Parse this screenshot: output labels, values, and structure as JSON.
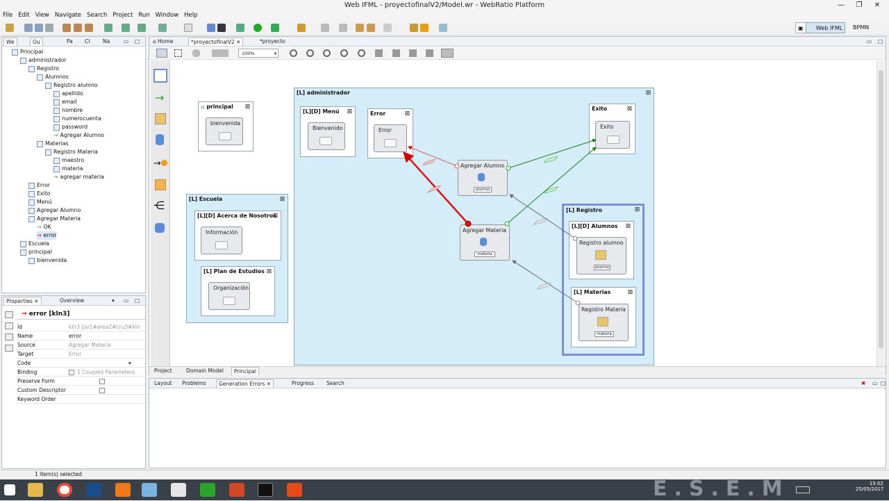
{
  "window": {
    "title": "Web IFML - proyectofinalV2/Model.wr - WebRatio Platform"
  },
  "menu": [
    "File",
    "Edit",
    "View",
    "Navigate",
    "Search",
    "Project",
    "Run",
    "Window",
    "Help"
  ],
  "perspectives": {
    "active": "Web IFML",
    "other": "BPMN"
  },
  "outline_tabs": [
    "We",
    "Ou",
    "Pa",
    "Cl",
    "Na"
  ],
  "tree": [
    {
      "label": "Principal",
      "indent": 0
    },
    {
      "label": "administrador",
      "indent": 1
    },
    {
      "label": "Registro",
      "indent": 2
    },
    {
      "label": "Alumnos",
      "indent": 3
    },
    {
      "label": "Registro alumno",
      "indent": 4
    },
    {
      "label": "apellido",
      "indent": 5
    },
    {
      "label": "email",
      "indent": 5
    },
    {
      "label": "nombre",
      "indent": 5
    },
    {
      "label": "numerocuenta",
      "indent": 5
    },
    {
      "label": "password",
      "indent": 5
    },
    {
      "label": "Agregar Alumno",
      "indent": 5,
      "arrow": true
    },
    {
      "label": "Materias",
      "indent": 3
    },
    {
      "label": "Registro Materia",
      "indent": 4
    },
    {
      "label": "maestro",
      "indent": 5
    },
    {
      "label": "materia",
      "indent": 5
    },
    {
      "label": "agregar materia",
      "indent": 5,
      "arrow": true
    },
    {
      "label": "Error",
      "indent": 2
    },
    {
      "label": "Exito",
      "indent": 2
    },
    {
      "label": "Menú",
      "indent": 2
    },
    {
      "label": "Agregar Alumno",
      "indent": 2
    },
    {
      "label": "Agregar Materia",
      "indent": 2
    },
    {
      "label": "OK",
      "indent": 3,
      "arrow": true
    },
    {
      "label": "error",
      "indent": 3,
      "arrow": true,
      "red": true,
      "selected": true
    },
    {
      "label": "Escuela",
      "indent": 1
    },
    {
      "label": "principal",
      "indent": 1
    },
    {
      "label": "bienvenida",
      "indent": 2
    }
  ],
  "properties": {
    "tabs": [
      "Properties",
      "Overview"
    ],
    "header": "error [kln3]",
    "rows": [
      {
        "k": "Id",
        "v": "kln3  [sv1#area2#cru3#kln",
        "gray": true
      },
      {
        "k": "Name",
        "v": "error"
      },
      {
        "k": "Source",
        "v": "Agregar Materia",
        "gray": true
      },
      {
        "k": "Target",
        "v": "Error",
        "gray": true
      },
      {
        "k": "Code",
        "v": ""
      },
      {
        "k": "Binding",
        "v": "1 Coupled Parameters",
        "gray": true,
        "check": true
      },
      {
        "k": "Preserve Form",
        "v": "",
        "check": true
      },
      {
        "k": "Custom Descriptor",
        "v": "",
        "check": true
      },
      {
        "k": "Keyword Order",
        "v": "",
        "gray": true
      }
    ]
  },
  "editor_tabs": [
    "Home",
    "*proyectofinalV2",
    "*proyecto"
  ],
  "zoom": "100%",
  "diagram": {
    "principal": {
      "title": "principal",
      "unit": "bienvenida"
    },
    "escuela": {
      "title": "[L] Escuela",
      "acerca": "[L][D] Acerca de Nosotros",
      "acerca_unit": "Información",
      "plan": "[L] Plan de Estudios",
      "plan_unit": "Organización"
    },
    "admin": {
      "title": "[L] administrador"
    },
    "menu": {
      "title": "[L][D] Menú",
      "unit": "Bienvenido"
    },
    "error": {
      "title": "Error",
      "unit": "Error"
    },
    "exito": {
      "title": "Exito",
      "unit": "Exito"
    },
    "agregar_alumno": {
      "label": "Agregar Alumno",
      "tag": "alumno"
    },
    "agregar_materia": {
      "label": "Agregar Materia",
      "tag": "materia"
    },
    "registro": {
      "title": "[L] Registro",
      "alumnos": "[L][D] Alumnos",
      "alumnos_unit": "Registro alumno",
      "alumnos_tag": "alumno",
      "materias": "[L] Materias",
      "materias_unit": "Registro Materia",
      "materias_tag": "materia"
    }
  },
  "editor_bottom_tabs": [
    "Project",
    "Domain Model",
    "Principal"
  ],
  "console_tabs": [
    "Layout",
    "Problems",
    "Generation Errors",
    "Progress",
    "Search"
  ],
  "status": "1 item(s) selected",
  "clock": {
    "time": "15:02",
    "date": "25/05/2017"
  },
  "watermark": "E.S.E.M"
}
